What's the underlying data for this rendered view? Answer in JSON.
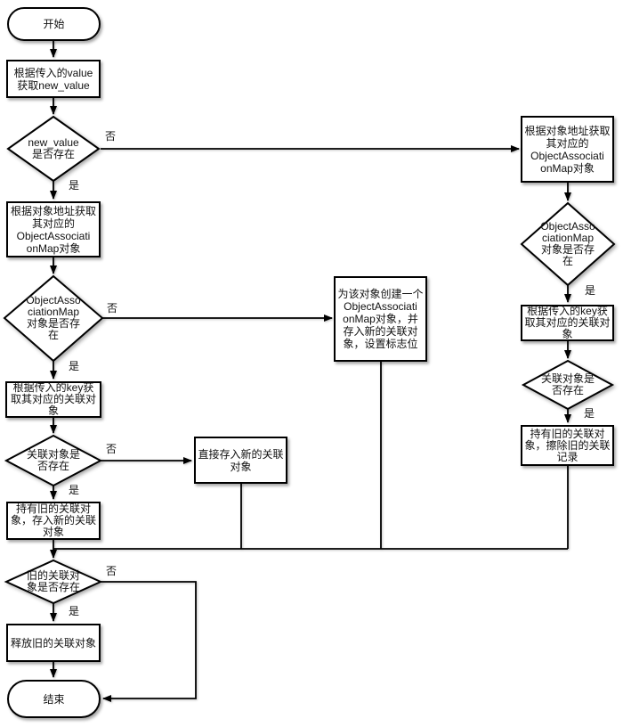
{
  "colors": {
    "stroke": "#000000",
    "node_fill": "#ffffff",
    "background": "#ffffff",
    "text": "#111111"
  },
  "nodes": {
    "start": {
      "label": "开始"
    },
    "get_new_value": {
      "label": "根据传入的value\n获取new_value"
    },
    "d_new_value_exists": {
      "label": "new_value\n是否存在"
    },
    "get_map_left": {
      "label": "根据对象地址获取\n其对应的\nObjectAssociati\nonMap对象"
    },
    "d_map_exists_left": {
      "label": "ObjectAsso\nciationMap\n对象是否存\n在"
    },
    "get_assoc_left": {
      "label": "根据传入的key获\n取其对应的关联对\n象"
    },
    "d_assoc_exists_left": {
      "label": "关联对象是\n否存在"
    },
    "hold_old_store_new": {
      "label": "持有旧的关联对\n象，存入新的关联\n对象"
    },
    "d_old_exists": {
      "label": "旧的关联对\n象是否存在"
    },
    "release_old": {
      "label": "释放旧的关联对象"
    },
    "end": {
      "label": "结束"
    },
    "store_new_direct": {
      "label": "直接存入新的关联\n对象"
    },
    "create_map": {
      "label": "为该对象创建一个\nObjectAssociati\nonMap对象，并\n存入新的关联对\n象，设置标志位"
    },
    "get_map_right": {
      "label": "根据对象地址获取\n其对应的\nObjectAssociati\nonMap对象"
    },
    "d_map_exists_right": {
      "label": "ObjectAsso\nciationMap\n对象是否存\n在"
    },
    "get_assoc_right": {
      "label": "根据传入的key获\n取其对应的关联对\n象"
    },
    "d_assoc_exists_right": {
      "label": "关联对象是\n否存在"
    },
    "hold_old_erase": {
      "label": "持有旧的关联对\n象，擦除旧的关联\n记录"
    }
  },
  "edge_labels": {
    "d1_no": "否",
    "d1_yes": "是",
    "d2_no": "否",
    "d2_yes": "是",
    "d3_no": "否",
    "d3_yes": "是",
    "d4_no": "否",
    "d4_yes": "是",
    "rd1_yes": "是",
    "rd2_yes": "是"
  }
}
